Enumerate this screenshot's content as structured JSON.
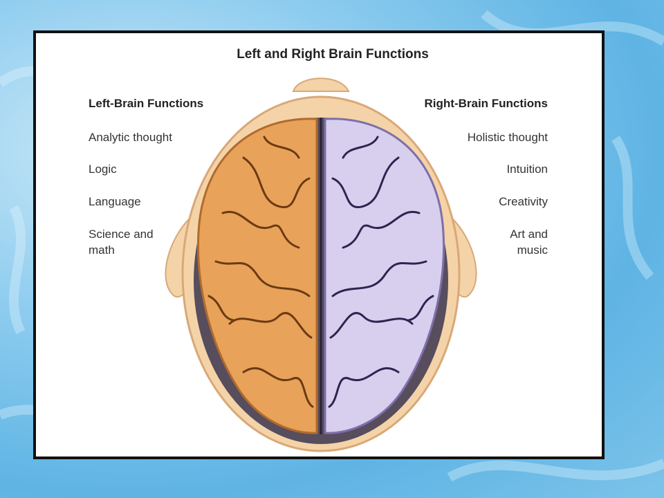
{
  "title": "Left and Right Brain Functions",
  "left": {
    "heading": "Left-Brain Functions",
    "items": [
      "Analytic thought",
      "Logic",
      "Language",
      "Science and",
      "math"
    ]
  },
  "right": {
    "heading": "Right-Brain Functions",
    "items": [
      "Holistic thought",
      "Intuition",
      "Creativity",
      "Art and",
      "music"
    ]
  },
  "colors": {
    "left_hemisphere": "#e8a25a",
    "right_hemisphere": "#d8cfee",
    "head": "#f4d3a8",
    "background": "#7cc3ea"
  }
}
